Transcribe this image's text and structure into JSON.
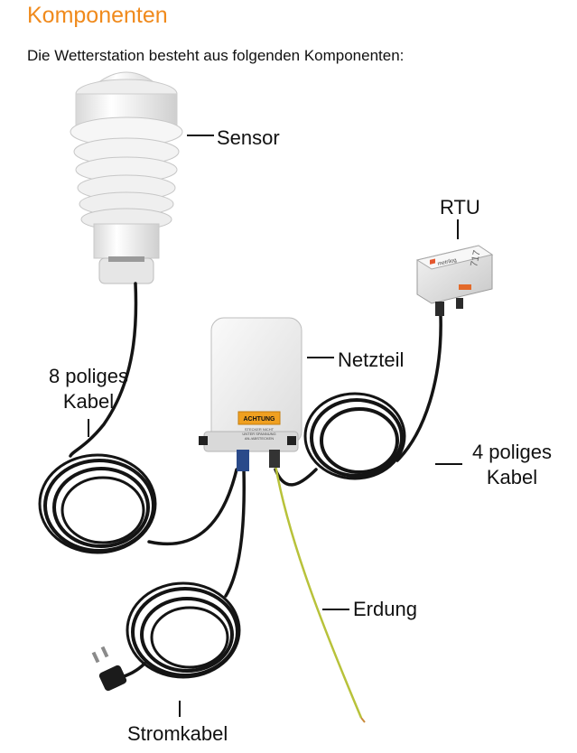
{
  "header": {
    "title": "Komponenten",
    "intro": "Die Wetterstation besteht aus folgenden Komponenten:"
  },
  "labels": {
    "sensor": "Sensor",
    "rtu": "RTU",
    "netzteil": "Netzteil",
    "cable8_line1": "8 poliges",
    "cable8_line2": "Kabel",
    "cable4_line1": "4 poliges",
    "cable4_line2": "Kabel",
    "erdung": "Erdung",
    "stromkabel": "Stromkabel"
  },
  "device_text": {
    "warning_title": "ACHTUNG",
    "warning_line1": "STECKER NICHT",
    "warning_line2": "UNTER SPANNUNG",
    "warning_line3": "AN-/ABSTECKEN",
    "rtu_brand": "metrilog",
    "rtu_model": "717"
  },
  "colors": {
    "accent": "#f08a1c",
    "text": "#111111",
    "cable": "#141414",
    "ground_wire": "#b8c23a",
    "device_white": "#f2f2f2"
  }
}
